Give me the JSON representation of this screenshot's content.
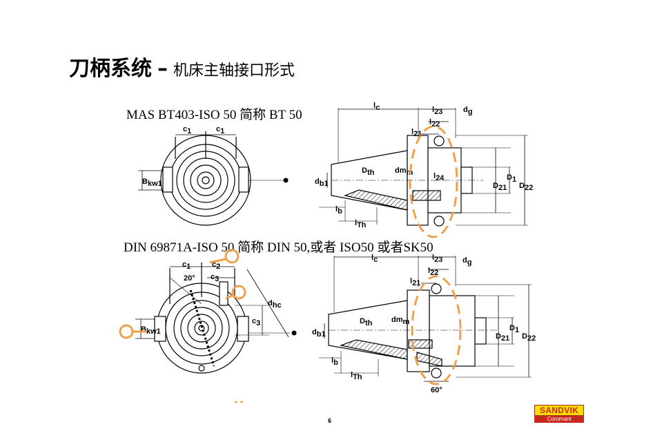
{
  "title": {
    "main": "刀柄系统",
    "dash": "–",
    "sub": "机床主轴接口形式"
  },
  "sections": [
    {
      "heading": "MAS BT403-ISO 50 简称 BT 50"
    },
    {
      "heading": "DIN 69871A-ISO 50 简称 DIN 50,或者 ISO50 或者SK50"
    }
  ],
  "labels": {
    "c1": "c",
    "c1_sub": "1",
    "c2": "c",
    "c2_sub": "2",
    "c3": "c",
    "c3_sub": "3",
    "bkw": "B",
    "bkw_sub": "kw1",
    "angle20": "20°",
    "dhc": "d",
    "dhc_sub": "hc",
    "lc": "l",
    "lc_sub": "c",
    "l23": "l",
    "l23_sub": "23",
    "l22": "l",
    "l22_sub": "22",
    "l21": "l",
    "l21_sub": "21",
    "l24": "l",
    "l24_sub": "24",
    "dg": "d",
    "dg_sub": "g",
    "dth": "D",
    "dth_sub": "th",
    "dmm": "dm",
    "dmm_sub": "m",
    "db1": "d",
    "db1_sub": "b1",
    "d1": "D",
    "d1_sub": "1",
    "d21": "D",
    "d21_sub": "21",
    "d22": "D",
    "d22_sub": "22",
    "lb": "l",
    "lb_sub": "b",
    "lth": "l",
    "lth_sub": "Th",
    "angle60": "60°"
  },
  "page_number": "6",
  "logo": {
    "brand": "SANDVIK",
    "sub": "Coromant",
    "brand_color": "#ffde00",
    "accent_color": "#c8281e"
  },
  "colors": {
    "highlight": "#f0a04a",
    "line": "#000000"
  }
}
